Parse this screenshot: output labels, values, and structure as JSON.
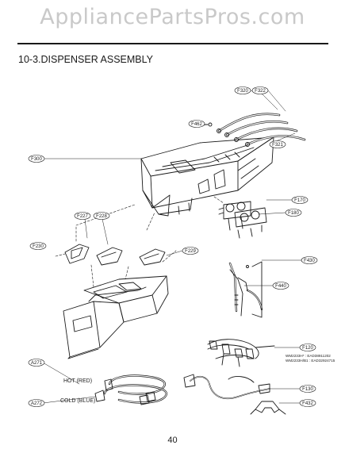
{
  "watermark": "AppliancePartsPros.com",
  "section_title": "10-3.DISPENSER ASSEMBLY",
  "page_number": "40",
  "hose_labels": {
    "hot": "HOT (RED)",
    "cold": "COLD (BLUE)"
  },
  "model_notes": [
    "WM2233H* : EAD38911202",
    "WM2233H/B1 : EAD32924715"
  ],
  "callouts": [
    {
      "id": "F320"
    },
    {
      "id": "F322"
    },
    {
      "id": "F462"
    },
    {
      "id": "F321"
    },
    {
      "id": "F300"
    },
    {
      "id": "F170"
    },
    {
      "id": "F180"
    },
    {
      "id": "F227"
    },
    {
      "id": "F228"
    },
    {
      "id": "F230"
    },
    {
      "id": "F229"
    },
    {
      "id": "F430"
    },
    {
      "id": "F440"
    },
    {
      "id": "F120"
    },
    {
      "id": "A271"
    },
    {
      "id": "A272"
    },
    {
      "id": "F130"
    },
    {
      "id": "F432"
    }
  ],
  "colors": {
    "line": "#1a1a1a",
    "watermark": "#c9c9c9",
    "background": "#ffffff"
  }
}
